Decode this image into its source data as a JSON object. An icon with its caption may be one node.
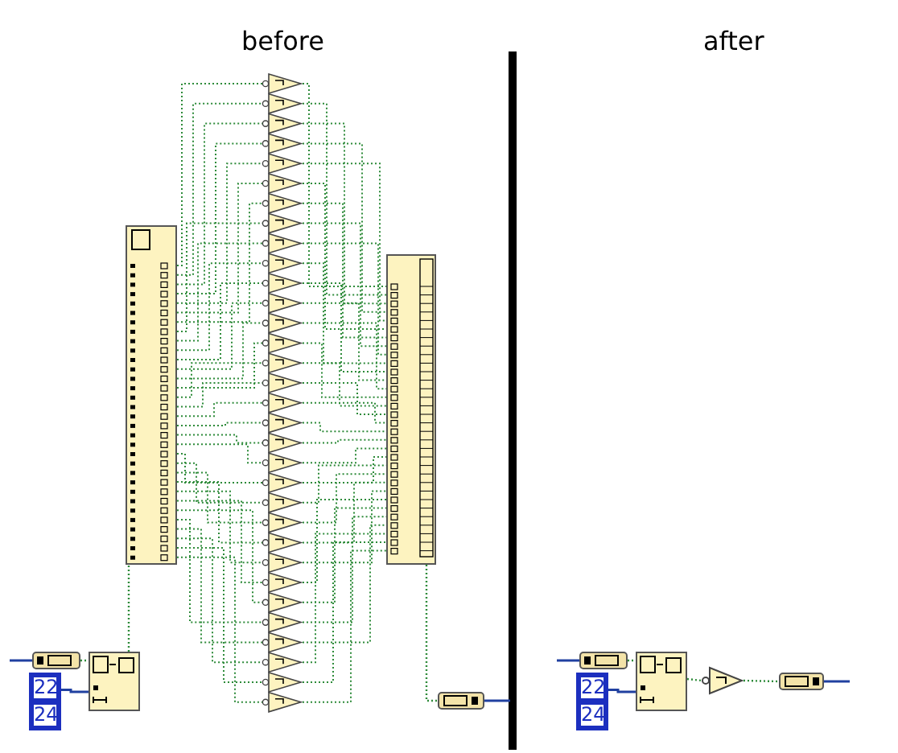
{
  "diagram": {
    "nodes": [
      {
        "text": [],
        "shape": "box"
      },
      {
        "text": [
          "22",
          "24"
        ]
      },
      {
        "text": [],
        "shape": "box"
      },
      {
        "text": [],
        "shape": "box"
      },
      {
        "text": [],
        "shape": "box"
      },
      {
        "text": [],
        "shape": "box"
      },
      {
        "text": [],
        "shape": "box"
      },
      {
        "text": [
          "22",
          "24"
        ]
      },
      {
        "text": [],
        "shape": "box"
      },
      {
        "text": [],
        "shape": "triangle"
      },
      {
        "text": [],
        "shape": "box"
      }
    ],
    "edges": [
      {
        "from": 0,
        "to": 2,
        "arrow": "none",
        "style": "dashed",
        "color": "#2e8b3a"
      },
      {
        "from": 1,
        "to": 2,
        "arrow": "none",
        "color": "#2040a0"
      },
      {
        "from": 2,
        "to": 3,
        "arrow": "none",
        "style": "dashed",
        "color": "#2e8b3a"
      },
      {
        "from": 4,
        "to": 5,
        "arrow": "none",
        "style": "dashed",
        "color": "#2e8b3a"
      },
      {
        "from": null,
        "to": 0,
        "arrow": "none",
        "color": "#2040a0"
      },
      {
        "from": 5,
        "to": null,
        "arrow": "none",
        "color": "#2040a0"
      },
      {
        "from": 6,
        "to": 8,
        "arrow": "none",
        "style": "dashed",
        "color": "#2e8b3a"
      },
      {
        "from": 7,
        "to": 8,
        "arrow": "none",
        "color": "#2040a0"
      },
      {
        "from": 8,
        "to": 9,
        "arrow": "none",
        "style": "dashed",
        "color": "#2e8b3a"
      },
      {
        "from": 9,
        "to": 10,
        "arrow": "none",
        "style": "dashed",
        "color": "#2e8b3a"
      },
      {
        "from": null,
        "to": 6,
        "arrow": "none",
        "color": "#2040a0"
      },
      {
        "from": 10,
        "to": null,
        "arrow": "none",
        "color": "#2040a0"
      }
    ],
    "labels": [
      "before",
      "after"
    ]
  }
}
